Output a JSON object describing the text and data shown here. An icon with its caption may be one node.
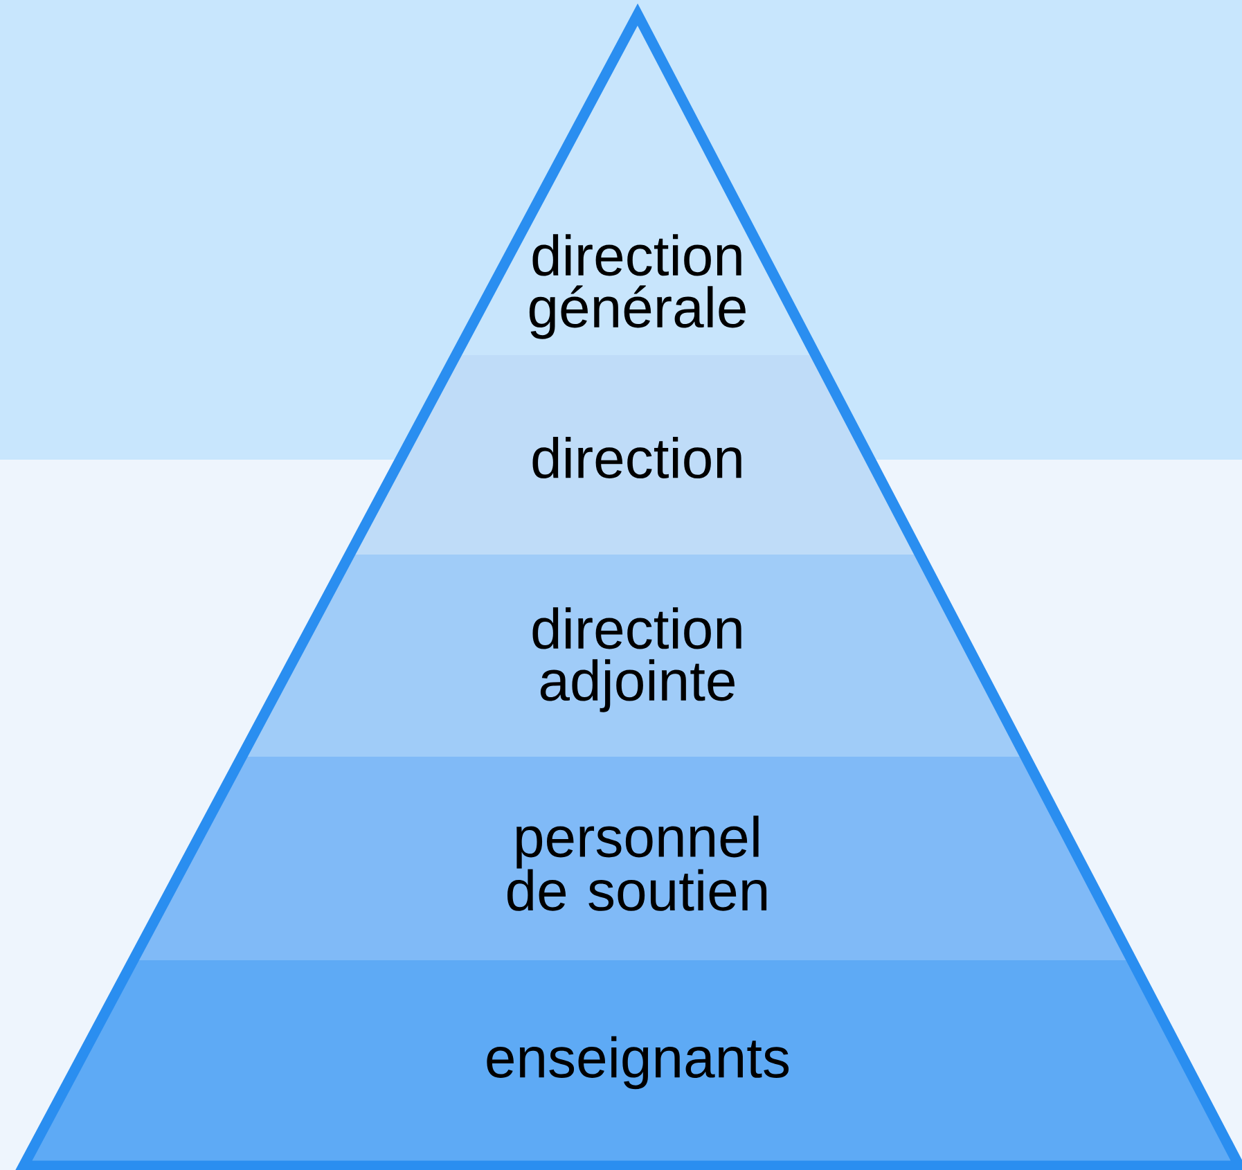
{
  "diagram": {
    "nodes": [
      {
        "text": [
          "direction générale"
        ]
      },
      {
        "text": [
          "direction"
        ]
      },
      {
        "text": [
          "direction adjointe"
        ]
      },
      {
        "text": [
          "personnel de soutien"
        ]
      },
      {
        "text": [
          "enseignants"
        ]
      }
    ]
  }
}
